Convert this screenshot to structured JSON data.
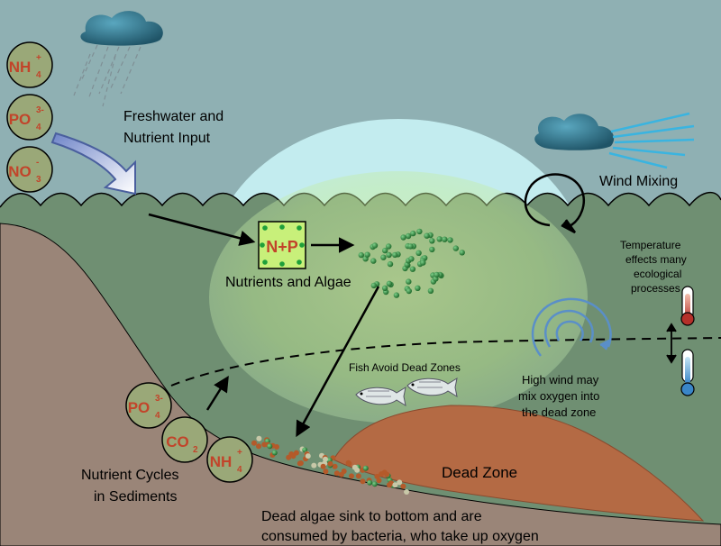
{
  "labels": {
    "freshwater_line1": "Freshwater and",
    "freshwater_line2": "Nutrient Input",
    "wind_mixing": "Wind Mixing",
    "np_box": "N+P",
    "nutrients_algae": "Nutrients and Algae",
    "temperature_line1": "Temperature",
    "temperature_line2": "effects many",
    "temperature_line3": "ecological",
    "temperature_line4": "processes",
    "fish_avoid": "Fish Avoid Dead Zones",
    "high_wind_line1": "High wind may",
    "high_wind_line2": "mix oxygen into",
    "high_wind_line3": "the dead zone",
    "dead_zone": "Dead Zone",
    "nutrient_cycles_line1": "Nutrient Cycles",
    "nutrient_cycles_line2": "in Sediments",
    "dead_algae_line1": "Dead algae sink to bottom and are",
    "dead_algae_line2": "consumed by bacteria, who take up oxygen"
  },
  "input_nutrients": [
    {
      "base": "NH",
      "sub": "4",
      "sup": "+"
    },
    {
      "base": "PO",
      "sub": "4",
      "sup": "3-"
    },
    {
      "base": "NO",
      "sub": "3",
      "sup": "-"
    }
  ],
  "sediment_nutrients": [
    {
      "base": "PO",
      "sub": "4",
      "sup": "3-"
    },
    {
      "base": "CO",
      "sub": "2",
      "sup": ""
    },
    {
      "base": "NH",
      "sub": "4",
      "sup": "+"
    }
  ],
  "colors": {
    "sky": "#8fb0b3",
    "water": "#6f8f72",
    "seabed": "#9a8578",
    "dead_zone": "#b46a44",
    "oxygen_bubble": "#bfe6e6",
    "nutrient_circle": "#9aa878",
    "nutrient_text": "#c2442a",
    "algae": "#2f7a3a",
    "np_box": "#c8f07a",
    "wind_lines": "#3ab4e0",
    "cloud": "#2d6f86"
  },
  "icons": [
    "rain-cloud-icon",
    "wind-cloud-icon",
    "fish-icon",
    "thermometer-icon",
    "swirl-icon"
  ]
}
